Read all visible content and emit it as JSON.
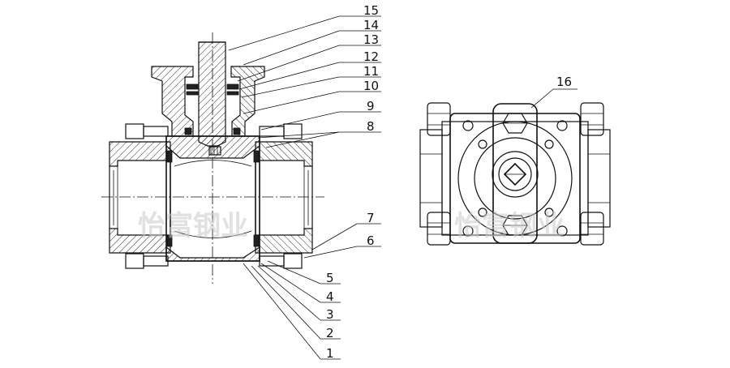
{
  "callouts": [
    {
      "id": "c15",
      "label": "15"
    },
    {
      "id": "c14",
      "label": "14"
    },
    {
      "id": "c13",
      "label": "13"
    },
    {
      "id": "c12",
      "label": "12"
    },
    {
      "id": "c11",
      "label": "11"
    },
    {
      "id": "c10",
      "label": "10"
    },
    {
      "id": "c9",
      "label": "9"
    },
    {
      "id": "c8",
      "label": "8"
    },
    {
      "id": "c7",
      "label": "7"
    },
    {
      "id": "c6",
      "label": "6"
    },
    {
      "id": "c5",
      "label": "5"
    },
    {
      "id": "c4",
      "label": "4"
    },
    {
      "id": "c3",
      "label": "3"
    },
    {
      "id": "c2",
      "label": "2"
    },
    {
      "id": "c1",
      "label": "1"
    },
    {
      "id": "c16",
      "label": "16"
    }
  ],
  "watermark": {
    "left": "怡富钢业",
    "right": "怡富钢业"
  }
}
